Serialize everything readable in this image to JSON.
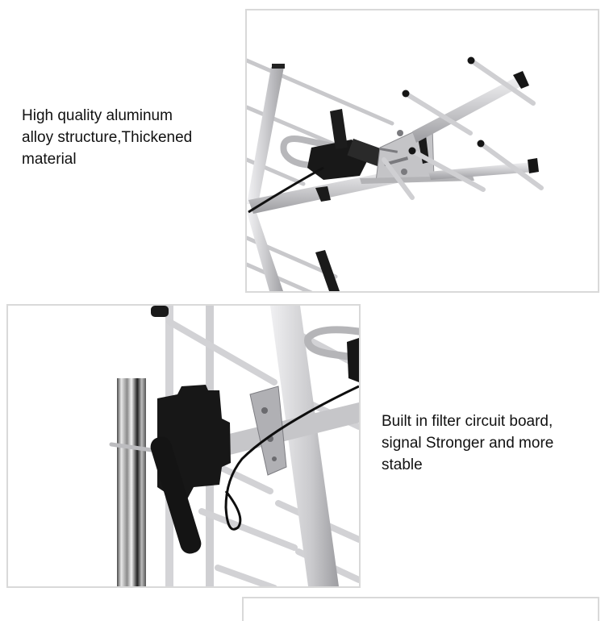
{
  "page": {
    "background": "#ffffff",
    "frame_border_color": "#d9d9d9"
  },
  "features": [
    {
      "caption_lines": [
        "High quality aluminum",
        "alloy structure,Thickened",
        "material"
      ],
      "photo_subject": "antenna-yagi-elements-and-mount-bracket"
    },
    {
      "caption_lines": [
        "Built in filter circuit board,",
        "signal Stronger and more",
        "stable"
      ],
      "photo_subject": "antenna-amplifier-box-on-mast-pole"
    }
  ],
  "colors": {
    "aluminum": "#cfcfd2",
    "aluminum_dark": "#9a9a9e",
    "aluminum_light": "#ececee",
    "plastic_black": "#161616",
    "text": "#111111"
  }
}
